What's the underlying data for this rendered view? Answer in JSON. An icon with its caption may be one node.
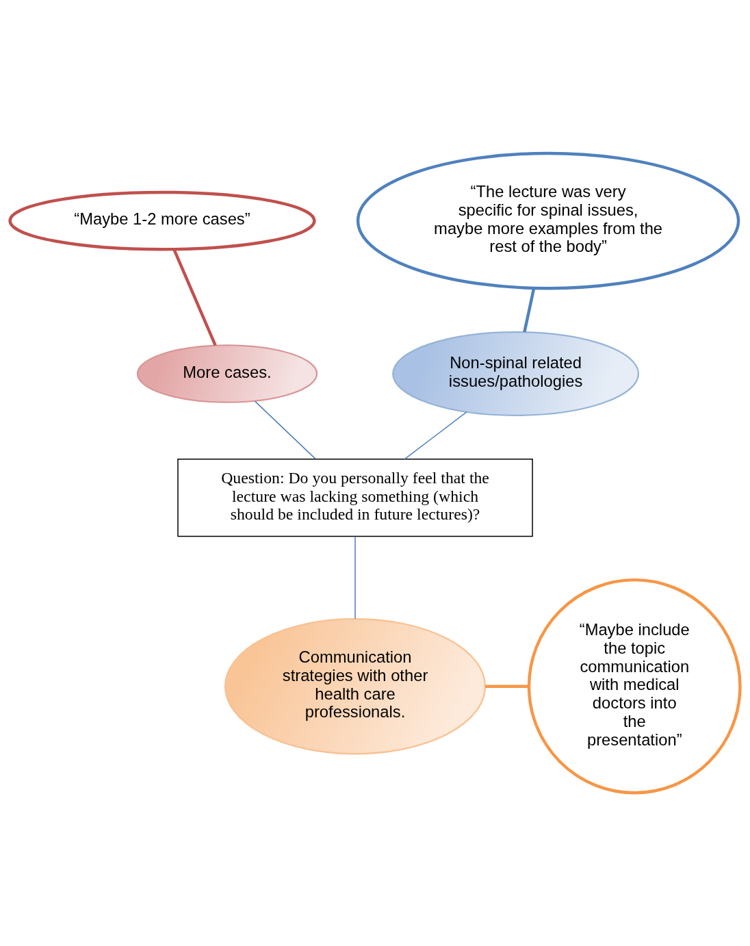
{
  "diagram": {
    "nodes": [
      {
        "text": [
          "“Maybe 1-2 more cases”"
        ]
      },
      {
        "text": [
          "More cases."
        ]
      },
      {
        "text": [
          "“The lecture was very specific for spinal issues, maybe more examples from the rest of the body”"
        ]
      },
      {
        "text": [
          "Non-spinal related issues/pathologies"
        ]
      },
      {
        "text": [
          "Question: Do you personally feel that the lecture was lacking something (which should be included in future lectures)?"
        ]
      },
      {
        "text": [
          "Communication strategies with other health care professionals."
        ]
      },
      {
        "text": [
          "“Maybe include the topic communication with medical doctors into the presentation”"
        ]
      }
    ],
    "edges": [
      {
        "from": 0,
        "to": 1,
        "arrow": "none",
        "style": "thick",
        "color": "#c0504d"
      },
      {
        "from": 2,
        "to": 3,
        "arrow": "none",
        "style": "thick",
        "color": "#4f81bd"
      },
      {
        "from": 1,
        "to": 4,
        "arrow": "none"
      },
      {
        "from": 3,
        "to": 4,
        "arrow": "none"
      },
      {
        "from": 4,
        "to": 5,
        "arrow": "none"
      },
      {
        "from": 5,
        "to": 6,
        "arrow": "none",
        "style": "thick",
        "color": "#f79646"
      }
    ]
  }
}
